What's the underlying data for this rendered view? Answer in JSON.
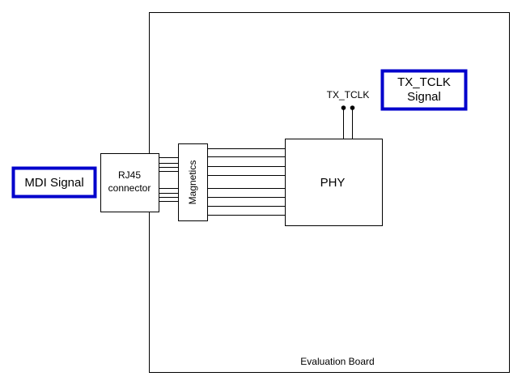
{
  "board": {
    "label": "Evaluation Board"
  },
  "rj45": {
    "line1": "RJ45",
    "line2": "connector"
  },
  "magnetics": {
    "label": "Magnetics"
  },
  "phy": {
    "label": "PHY"
  },
  "tx_tclk_pin": {
    "label": "TX_TCLK"
  },
  "callouts": {
    "mdi": {
      "label": "MDI Signal"
    },
    "tx_tclk": {
      "line1": "TX_TCLK",
      "line2": "Signal"
    }
  },
  "colors": {
    "callout_border": "#0000cc",
    "line": "#000000",
    "background": "#ffffff"
  }
}
